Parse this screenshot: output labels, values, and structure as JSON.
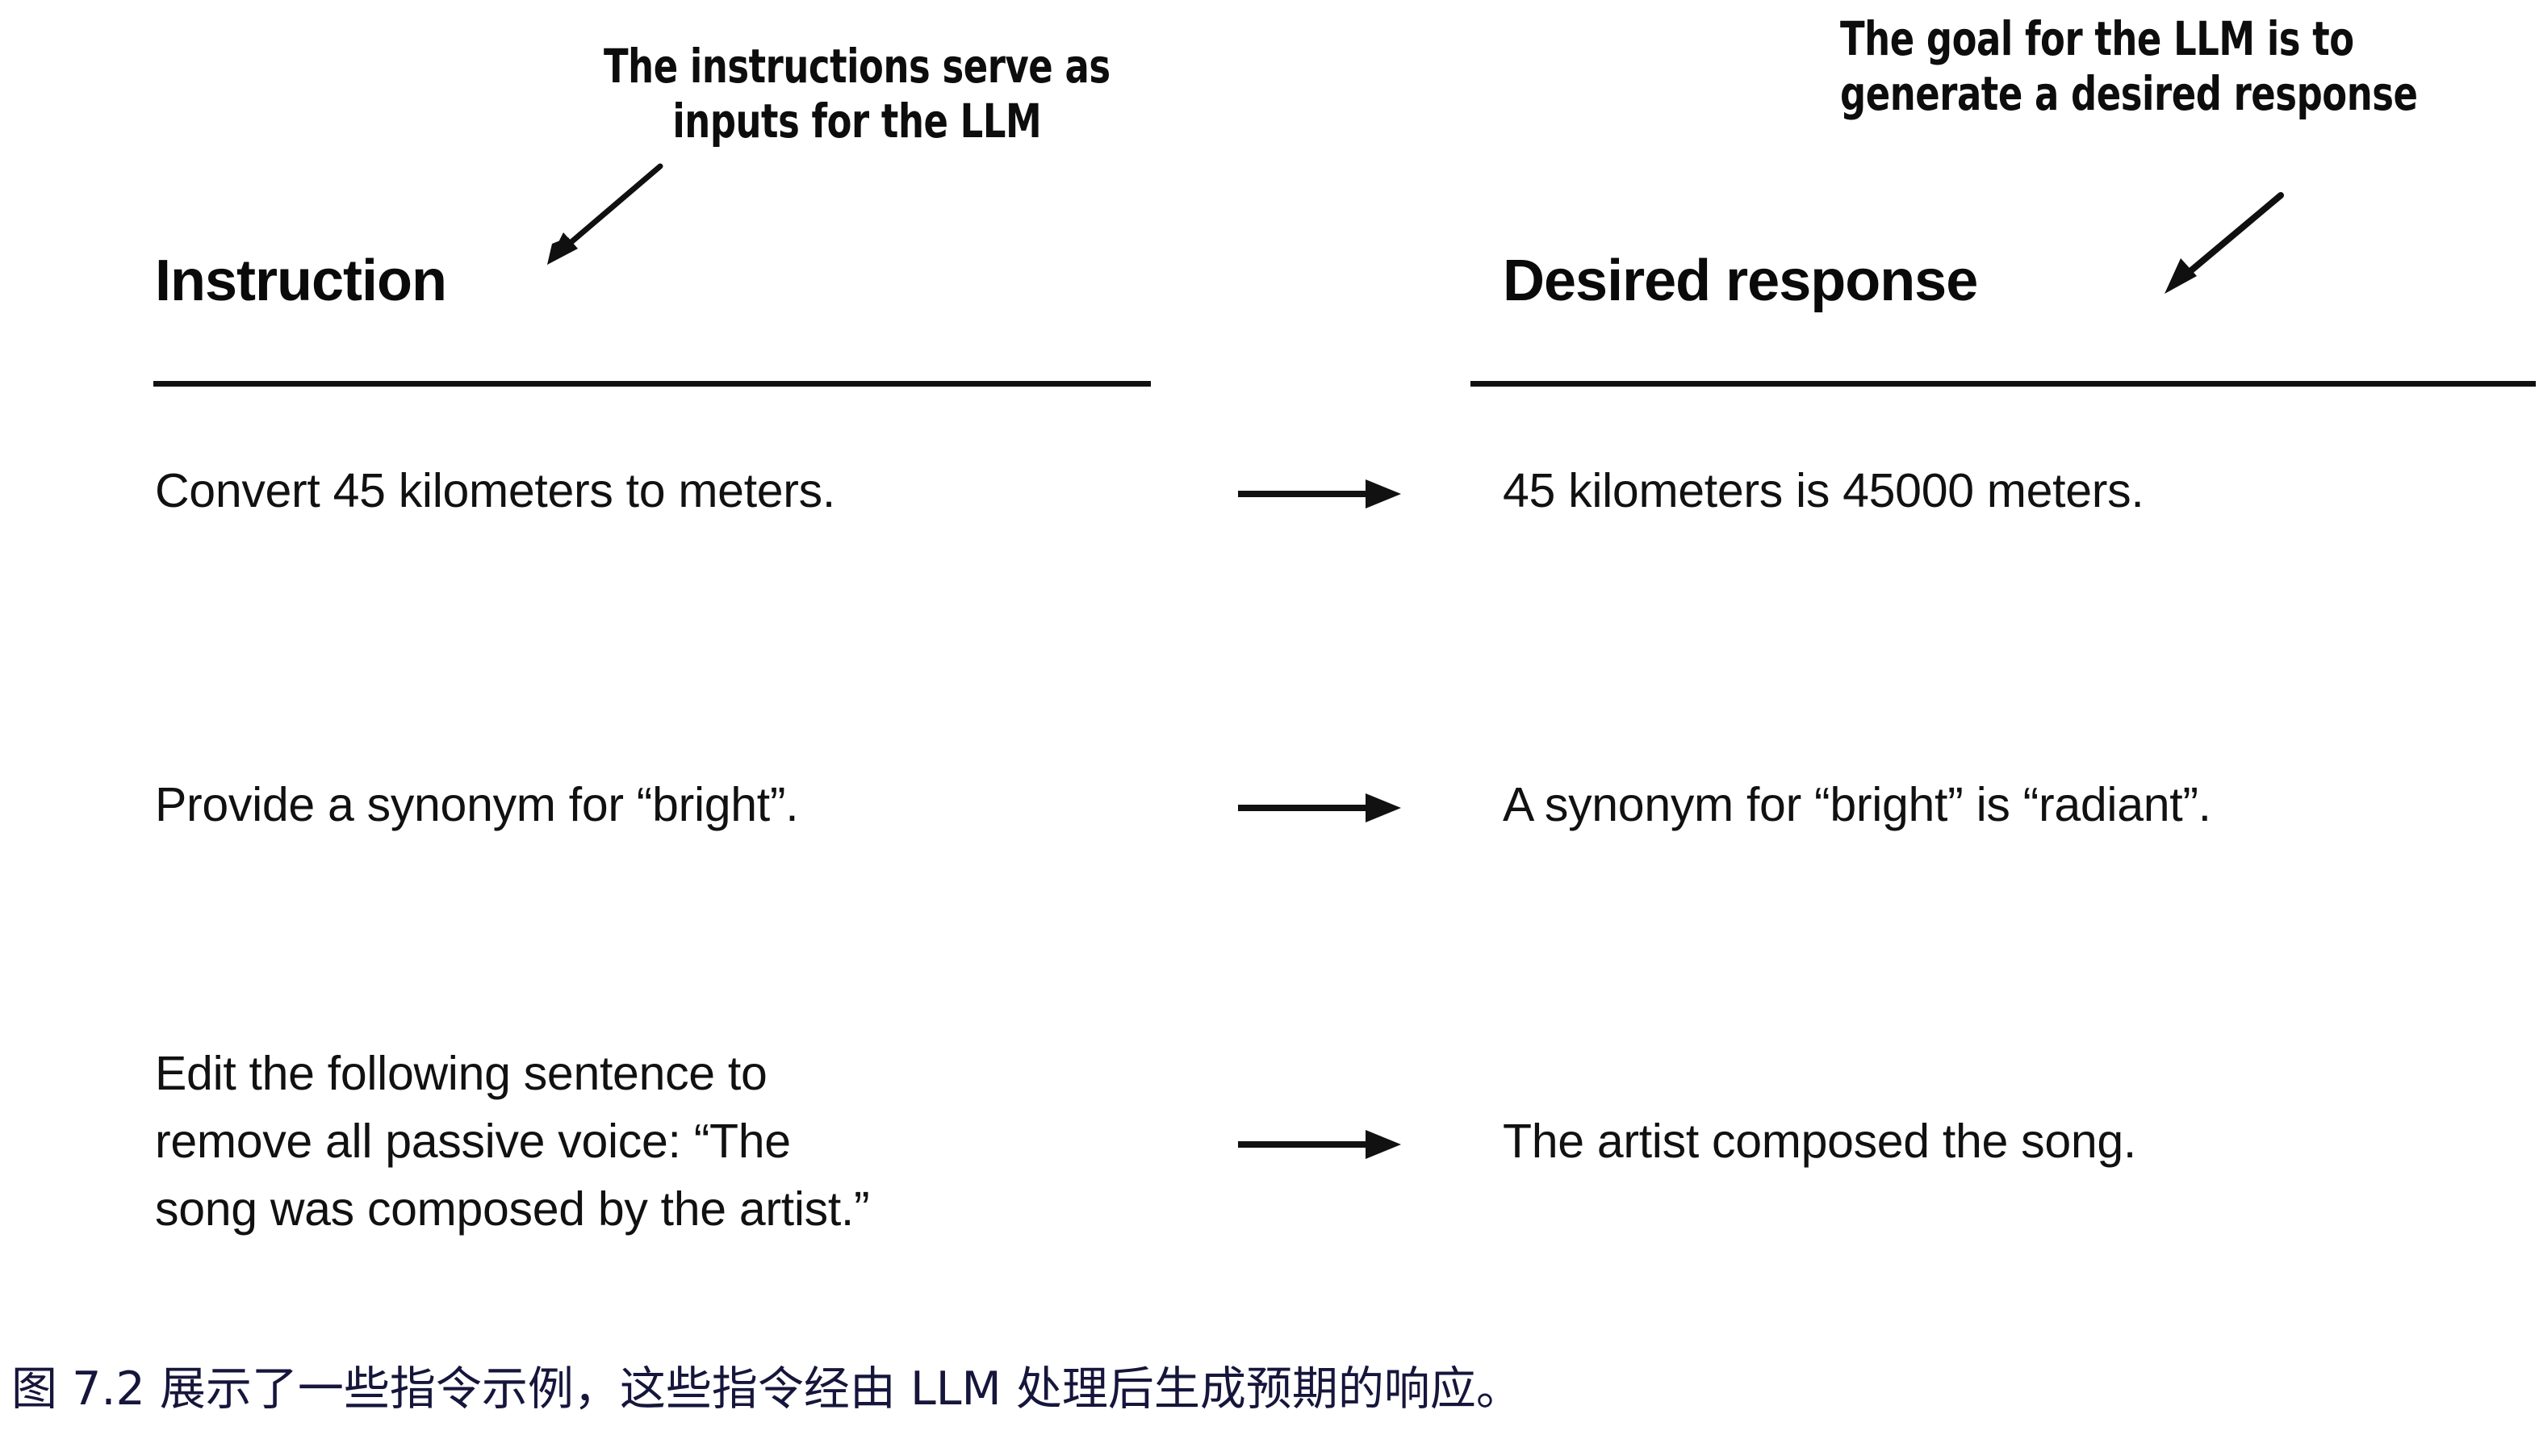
{
  "figure": {
    "background_color": "#ffffff",
    "ink_color": "#111111",
    "caption_color": "#16163c"
  },
  "annotations": {
    "left": {
      "lines": [
        "The instructions serve as",
        "inputs for the LLM"
      ],
      "arrow": "arrow-pointing-down-left"
    },
    "right": {
      "lines": [
        "The goal for the LLM is to",
        "generate a desired response"
      ],
      "arrow": "arrow-pointing-down-left"
    }
  },
  "table": {
    "headers": {
      "instruction": "Instruction",
      "response": "Desired response"
    },
    "rows": [
      {
        "instruction_lines": [
          "Convert 45 kilometers to meters."
        ],
        "response_lines": [
          "45 kilometers is 45000 meters."
        ],
        "connector": "right-arrow"
      },
      {
        "instruction_lines": [
          "Provide a synonym for “bright”."
        ],
        "response_lines": [
          "A synonym for “bright” is “radiant”."
        ],
        "connector": "right-arrow"
      },
      {
        "instruction_lines": [
          "Edit the following sentence to",
          "remove all passive voice: “The",
          "song was composed by the artist.”"
        ],
        "response_lines": [
          "The artist composed the song."
        ],
        "connector": "right-arrow"
      }
    ]
  },
  "caption": {
    "text": "图 7.2 展示了一些指令示例，这些指令经由 LLM 处理后生成预期的响应。",
    "figure_number": "7.2"
  }
}
